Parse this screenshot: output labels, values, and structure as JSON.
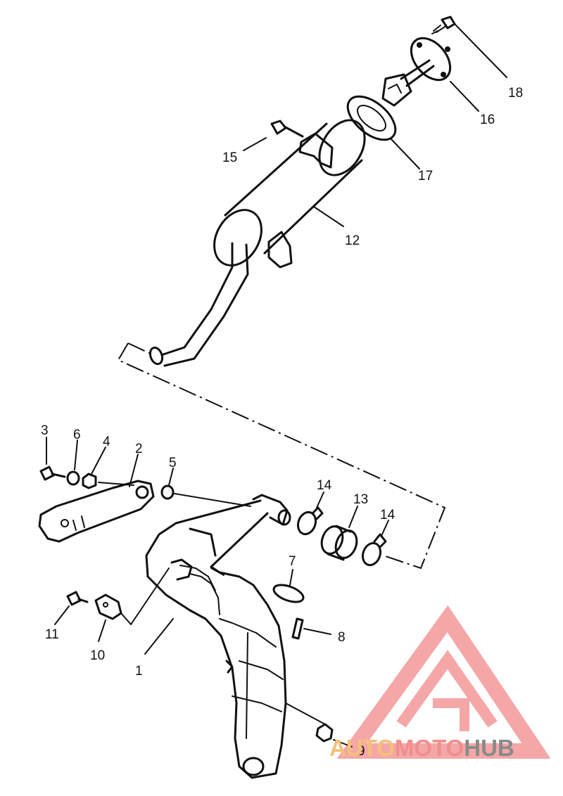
{
  "labels": {
    "p1": "1",
    "p2": "2",
    "p3": "3",
    "p4": "4",
    "p5": "5",
    "p6": "6",
    "p7": "7",
    "p8": "8",
    "p9": "9",
    "p10": "10",
    "p11": "11",
    "p12": "12",
    "p13": "13",
    "p14a": "14",
    "p14b": "14",
    "p15": "15",
    "p16": "16",
    "p17": "17",
    "p18": "18"
  },
  "watermark": {
    "part1": "AUTO",
    "part2": "MOTO",
    "part3": "HUB",
    "colors": {
      "auto": "#f5c07a",
      "moto": "#f08f8f",
      "hub": "#8a8a8a",
      "logo": "#f28a8a"
    }
  }
}
